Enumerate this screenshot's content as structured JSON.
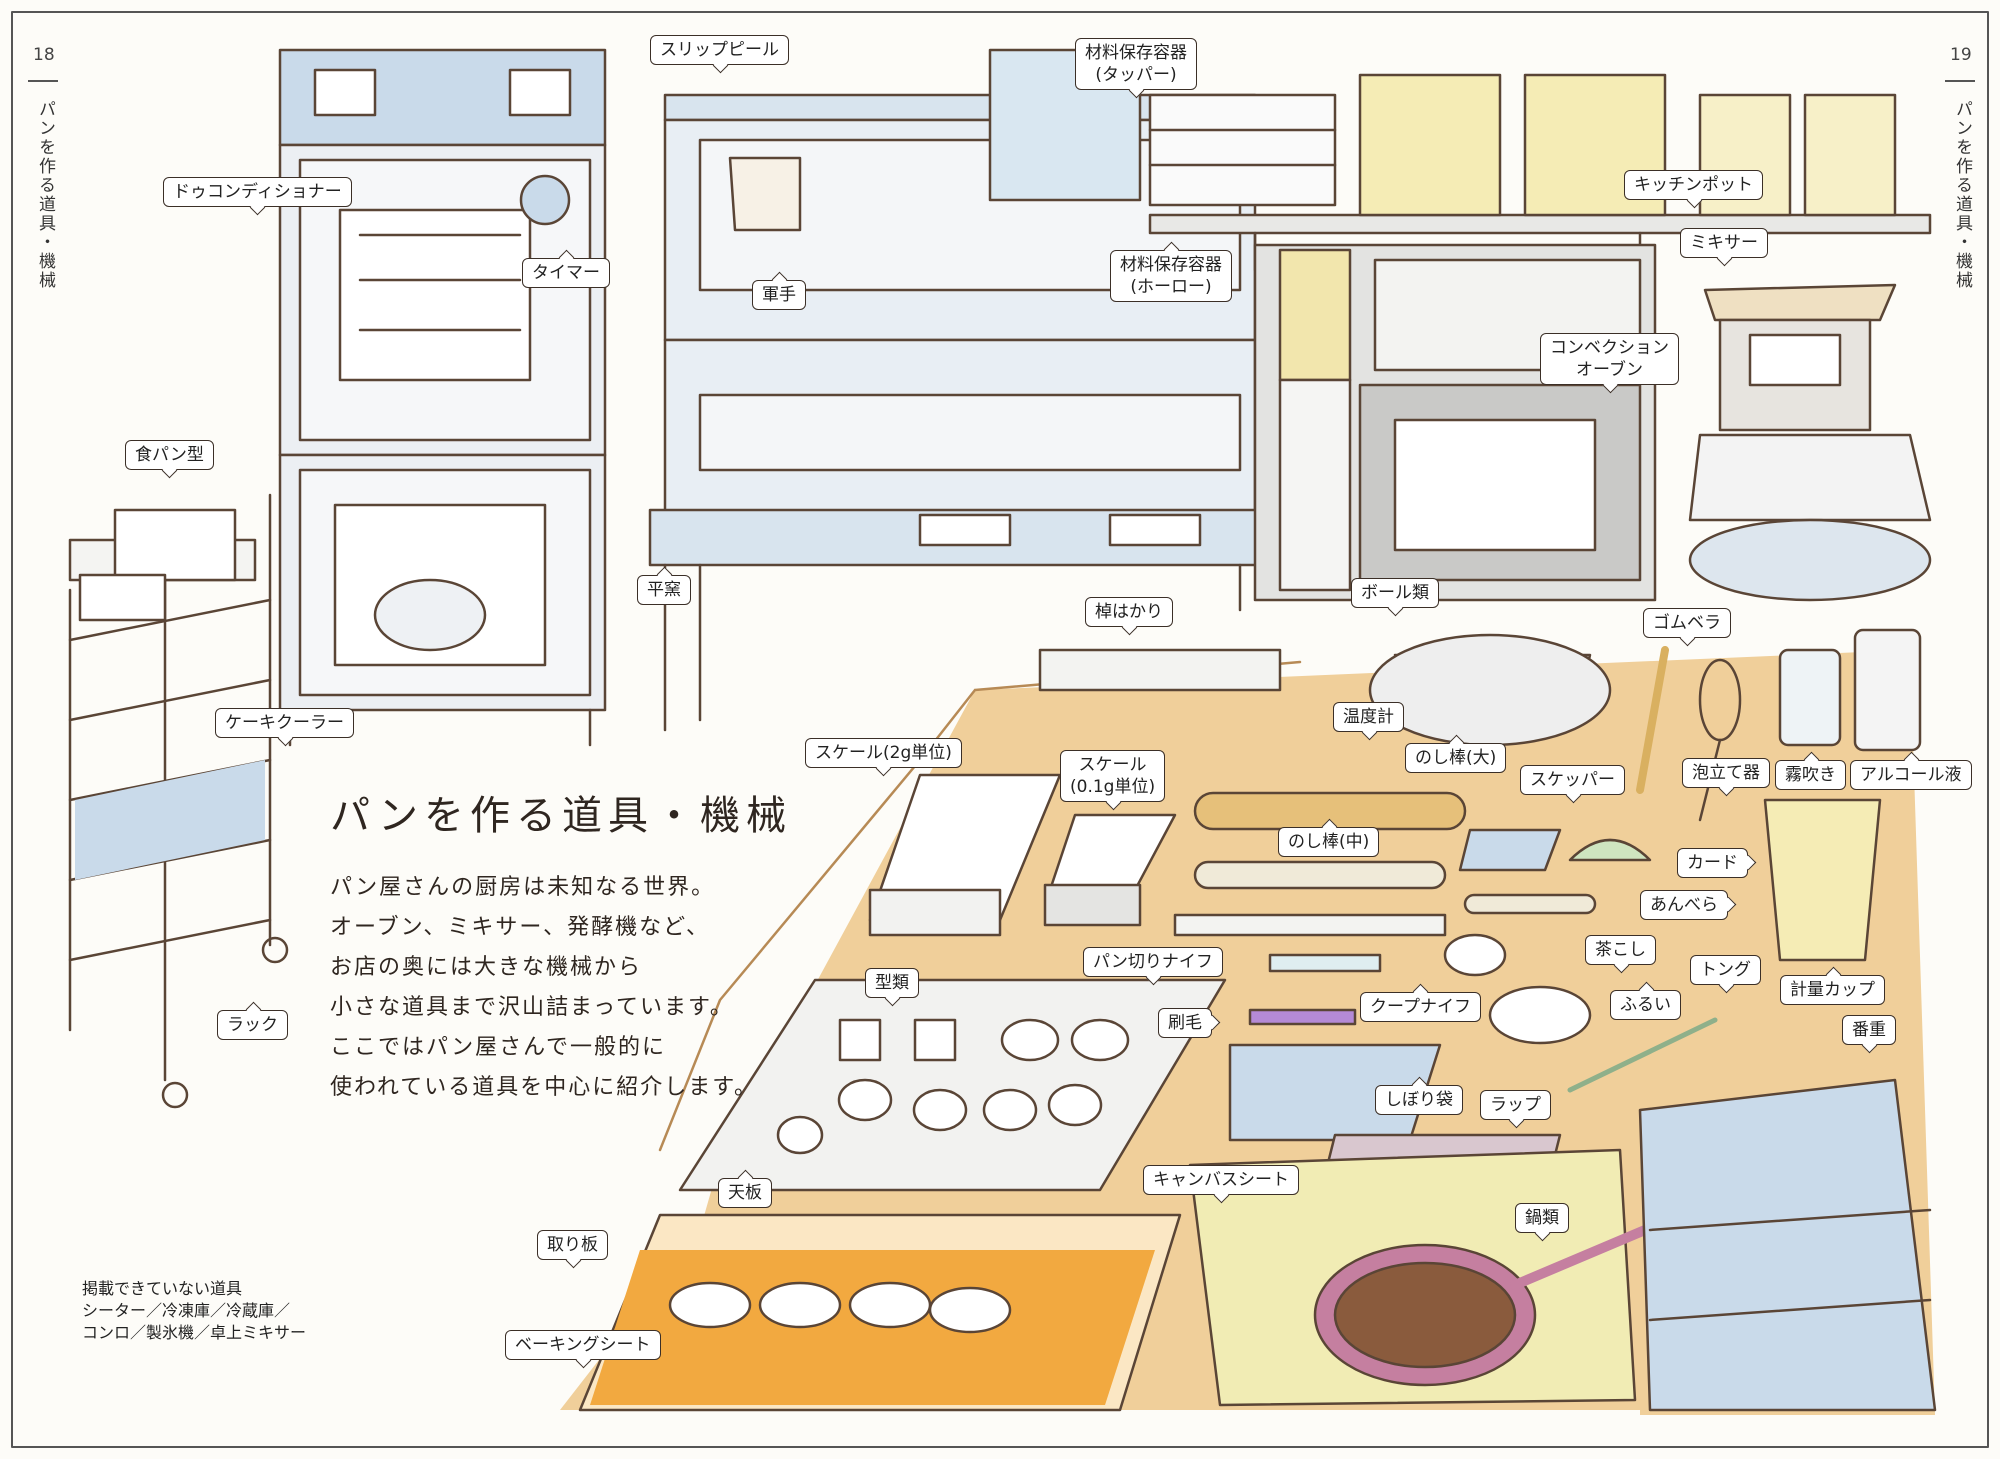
{
  "page_numbers": {
    "left": "18",
    "right": "19"
  },
  "running_head": "パンを作る道具・機械",
  "title": "パンを作る道具・機械",
  "intro": [
    "パン屋さんの厨房は未知なる世界。",
    "オーブン、ミキサー、発酵機など、",
    "お店の奥には大きな機械から",
    "小さな道具まで沢山詰まっています。",
    "ここではパン屋さんで一般的に",
    "使われている道具を中心に紹介します。"
  ],
  "not_shown": {
    "heading": "掲載できていない道具",
    "lines": [
      "シーター／冷凍庫／冷蔵庫／",
      "コンロ／製氷機／卓上ミキサー"
    ]
  },
  "labels": {
    "slip_peel": "スリップピール",
    "storage_tupper": "材料保存容器\n(タッパー)",
    "dough_conditioner": "ドゥコンディショナー",
    "timer": "タイマー",
    "gloves": "軍手",
    "storage_enamel": "材料保存容器\n(ホーロー)",
    "kitchen_pot": "キッチンポット",
    "mixer": "ミキサー",
    "convection_oven": "コンベクション\nオーブン",
    "bread_pan": "食パン型",
    "deck_oven": "平窯",
    "beam_scale": "棹はかり",
    "bowls": "ボール類",
    "rubber_spatula": "ゴムベラ",
    "cake_cooler": "ケーキクーラー",
    "thermometer": "温度計",
    "scale_2g": "スケール(2g単位)",
    "scale_01g": "スケール\n(0.1g単位)",
    "rolling_pin_large": "のし棒(大)",
    "scraper": "スケッパー",
    "whisk": "泡立て器",
    "spray": "霧吹き",
    "alcohol": "アルコール液",
    "rolling_pin_medium": "のし棒(中)",
    "card": "カード",
    "spatula": "あんべら",
    "bread_knife": "パン切りナイフ",
    "tea_strainer": "茶こし",
    "molds": "型類",
    "tongs": "トング",
    "measuring_cup": "計量カップ",
    "rack": "ラック",
    "brush": "刷毛",
    "coupe_knife": "クープナイフ",
    "sieve": "ふるい",
    "proofing_box": "番重",
    "piping_bag": "しぼり袋",
    "wrap": "ラップ",
    "baking_tray": "天板",
    "canvas_sheet": "キャンバスシート",
    "pots": "鍋類",
    "board": "取り板",
    "baking_sheet": "ベーキングシート"
  },
  "colors": {
    "table": "#f0cf9a",
    "machine_blue": "#c9daea",
    "cream": "#f5ecb5",
    "orange_cloth": "#f2a940",
    "line": "#5a4536"
  }
}
